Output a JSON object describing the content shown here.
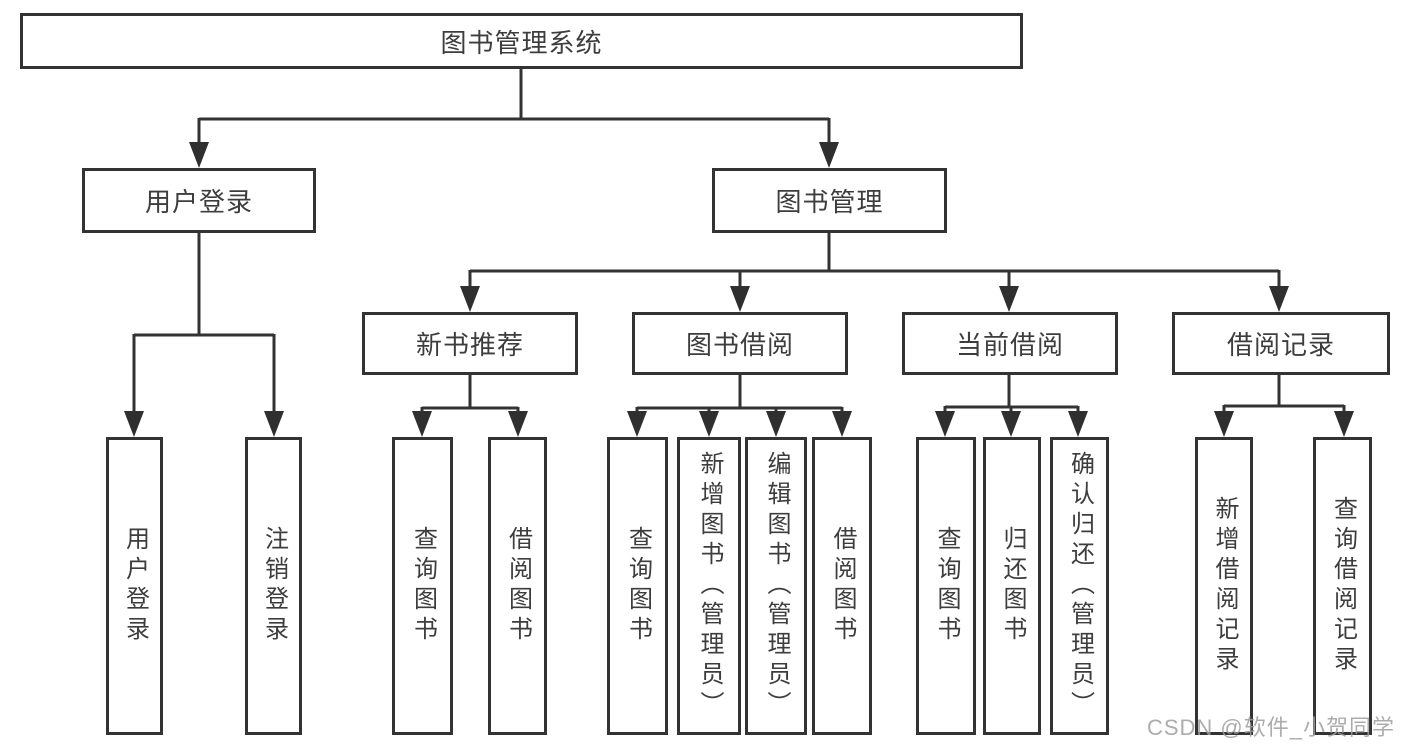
{
  "tree": {
    "label": "图书管理系统",
    "children": [
      {
        "label": "用户登录",
        "children": [
          {
            "label": "用户登录"
          },
          {
            "label": "注销登录"
          }
        ]
      },
      {
        "label": "图书管理",
        "children": [
          {
            "label": "新书推荐",
            "children": [
              {
                "label": "查询图书"
              },
              {
                "label": "借阅图书"
              }
            ]
          },
          {
            "label": "图书借阅",
            "children": [
              {
                "label": "查询图书"
              },
              {
                "label": "新增图书（管理员）"
              },
              {
                "label": "编辑图书（管理员）"
              },
              {
                "label": "借阅图书"
              }
            ]
          },
          {
            "label": "当前借阅",
            "children": [
              {
                "label": "查询图书"
              },
              {
                "label": "归还图书"
              },
              {
                "label": "确认归还（管理员）"
              }
            ]
          },
          {
            "label": "借阅记录",
            "children": [
              {
                "label": "新增借阅记录"
              },
              {
                "label": "查询借阅记录"
              }
            ]
          }
        ]
      }
    ]
  },
  "watermark": {
    "text": "CSDN @软件_小贺同学"
  },
  "colors": {
    "line": "#333333",
    "text": "#3d3d3d",
    "box_background": "#ffffff",
    "watermark": "#9e9e9e"
  }
}
